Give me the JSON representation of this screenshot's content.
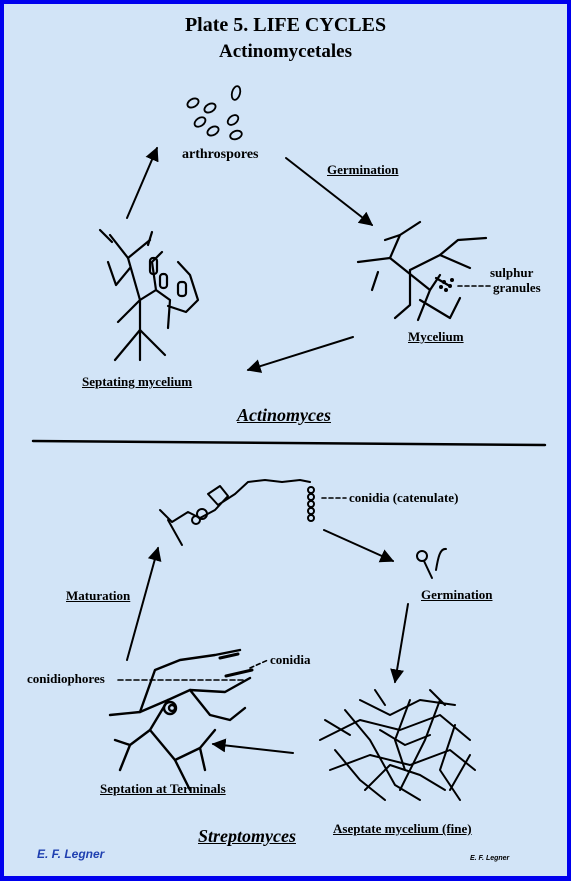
{
  "title": {
    "line1": "Plate 5.  LIFE CYCLES",
    "line2": "Actinomycetales"
  },
  "actinomyces": {
    "name": "Actinomyces",
    "arthrospores": "arthrospores",
    "germination": "Germination",
    "sulphur": "sulphur",
    "granules": "granules",
    "mycelium": "Mycelium",
    "septating": "Septating mycelium"
  },
  "streptomyces": {
    "name": "Streptomyces",
    "conidia_catenulate": "conidia (catenulate)",
    "germination": "Germination",
    "maturation": "Maturation",
    "conidiophores": "conidiophores",
    "conidia": "conidia",
    "septation": "Septation at Terminals",
    "aseptate": "Aseptate mycelium (fine)"
  },
  "credits": {
    "left": "E. F. Legner",
    "right": "E. F. Legner"
  },
  "colors": {
    "border": "#0000ee",
    "background": "#d2e4f7",
    "credit": "#1f3fb0"
  }
}
